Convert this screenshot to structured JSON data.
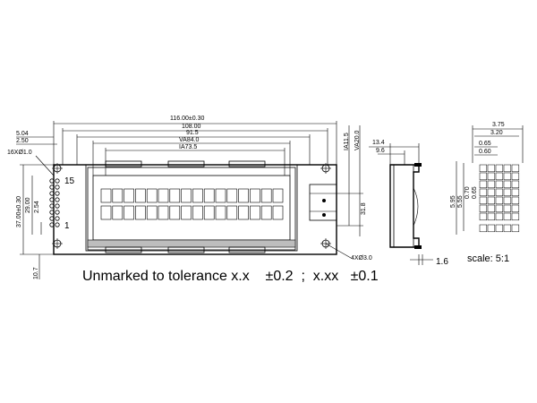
{
  "dimensions": {
    "overall_width": "116.00±0.30",
    "pcb_width": "108.00",
    "bezel_width": "91.5",
    "view_area": "VA84.0",
    "active_area": "IA73.5",
    "left_504": "5.04",
    "left_250": "2.50",
    "holes": "16XØ1.0",
    "height_37": "37.00±0.30",
    "height_29": "29.00",
    "pitch_254": "2.54",
    "bottom_107": "10.7",
    "ia_115": "IA11.5",
    "va_20": "VA20.0",
    "height_318": "31.8",
    "mounting_holes": "4XØ3.0",
    "side_134": "13.4",
    "side_96": "9.6",
    "side_16": "1.6",
    "char_375": "3.75",
    "char_320": "3.20",
    "dot_065": "0.65",
    "dot_060": "0.60",
    "char_595": "5.95",
    "char_555": "5.55",
    "dot_070": "0.70",
    "dot_065b": "0.65"
  },
  "pins": {
    "pin_15": "15",
    "pin_1": "1"
  },
  "note": {
    "text": "Unmarked to tolerance x.x",
    "tol1": "±0.2",
    "sep": ";",
    "xx": "x.xx",
    "tol2": "±0.1"
  },
  "scale": "scale:  5:1",
  "lcd": {
    "rows": 2,
    "cols": 16
  },
  "char_detail": {
    "rows": 8,
    "cols": 5
  }
}
